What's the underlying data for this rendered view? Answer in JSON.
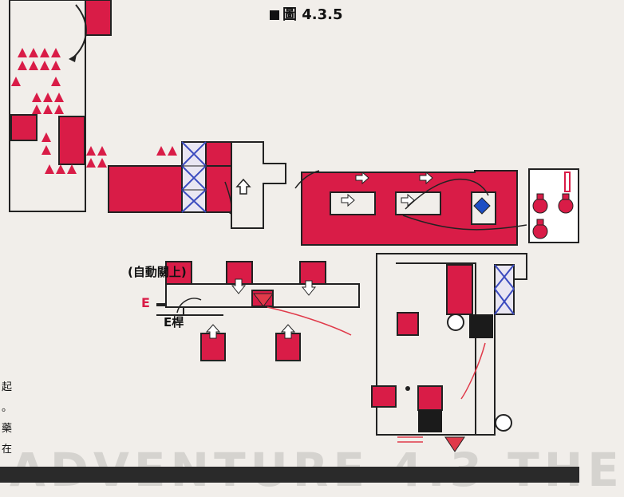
{
  "figure_label": "圖 4.3.5",
  "annotations": {
    "auto_close": "(自動關上)",
    "lever": "E桿",
    "marker_e": "E"
  },
  "side_text": [
    "起",
    "。",
    "藥",
    "在"
  ],
  "background_heading": "ADVENTURE 4.3 THE",
  "colors": {
    "room_fill": "#d91c47",
    "outline": "#222222",
    "page": "#f1eeea",
    "block_blue": "#1d4fc4",
    "arrow_red": "#e03a4a"
  },
  "icons": [
    "up-arrow-icon",
    "down-arrow-icon",
    "right-arrow-icon",
    "spike-icon",
    "potion-icon",
    "blue-gem-icon"
  ]
}
